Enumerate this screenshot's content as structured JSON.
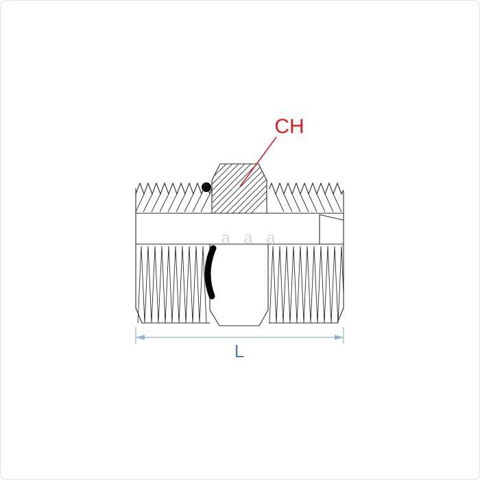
{
  "page": {
    "background": "#ffffff",
    "border_color": "#e2e2e2"
  },
  "diagram": {
    "type": "technical-drawing",
    "subject": "threaded hydraulic adapter fitting, front elevation with sectioned hex",
    "labels": {
      "hex_dimension": "CH",
      "length_dimension": "L"
    },
    "watermark": "a a a",
    "colors": {
      "annotation_red": "#e11b22",
      "dimension_line_blue": "#8fb4d6",
      "dimension_text_blue": "#4a7cb5",
      "drawing_line": "#2a2a2a",
      "oring_black": "#000000",
      "watermark_gray": "#d8d8d8"
    }
  }
}
